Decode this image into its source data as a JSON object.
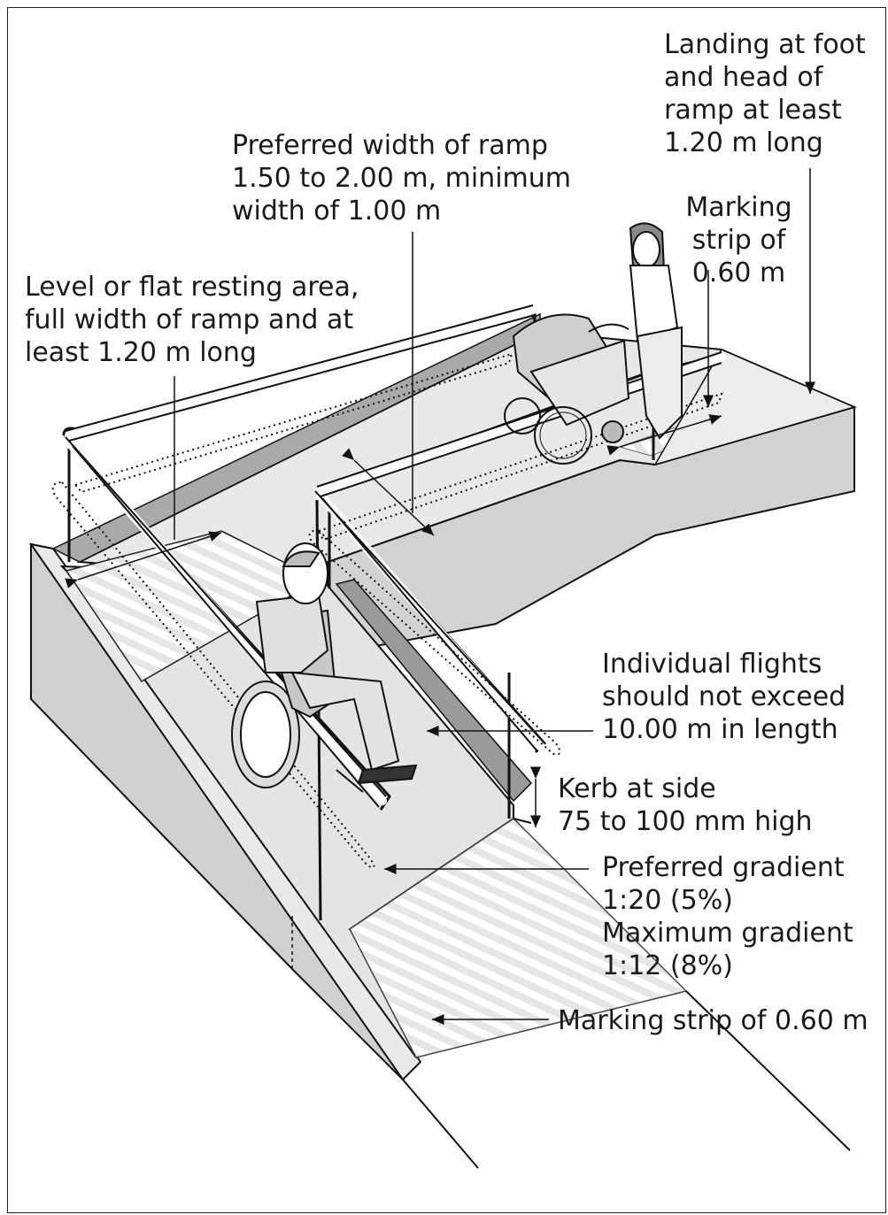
{
  "labels": {
    "landing": "Landing at foot\nand head of\nramp at least\n1.20 m long",
    "preferred_width": "Preferred width of ramp\n1.50 to 2.00 m, minimum\nwidth of 1.00 m",
    "marking_strip_top": "Marking\nstrip of\n0.60 m",
    "resting_area": "Level or flat resting area,\nfull width of ramp and at\nleast 1.20 m long",
    "individual_flights": "Individual flights\nshould  not exceed\n10.00 m in length",
    "kerb": "Kerb at side\n75 to 100 mm high",
    "gradient": "Preferred gradient\n1:20 (5%)\nMaximum gradient\n1:12 (8%)",
    "marking_strip_bottom": "Marking strip of 0.60 m"
  }
}
